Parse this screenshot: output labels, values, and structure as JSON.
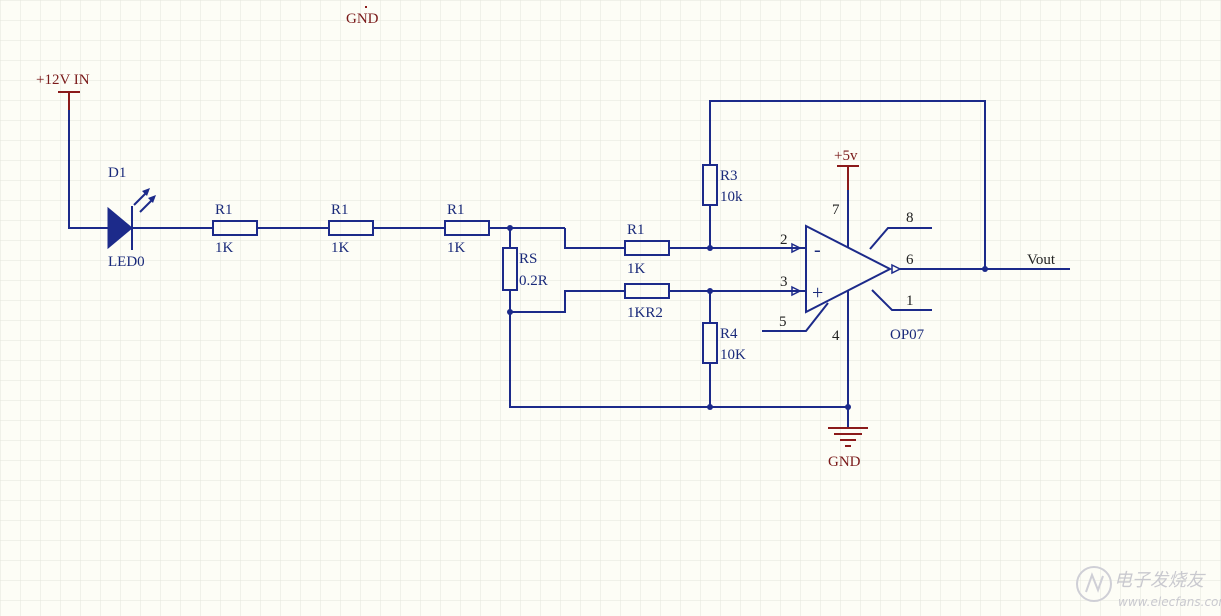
{
  "power": {
    "gnd_top": "GND",
    "vin": "+12V IN",
    "vcc": "+5v",
    "gnd_bottom": "GND"
  },
  "components": {
    "d1": {
      "ref": "D1",
      "value": "LED0"
    },
    "r1a": {
      "ref": "R1",
      "value": "1K"
    },
    "r1b": {
      "ref": "R1",
      "value": "1K"
    },
    "r1c": {
      "ref": "R1",
      "value": "1K"
    },
    "rs": {
      "ref": "RS",
      "value": "0.2R"
    },
    "r1d": {
      "ref": "R1",
      "value": "1K"
    },
    "r2": {
      "value": "1KR2"
    },
    "r3": {
      "ref": "R3",
      "value": "10k"
    },
    "r4": {
      "ref": "R4",
      "value": "10K"
    },
    "opamp": {
      "ref": "OP07",
      "pin2": "2",
      "pin3": "3",
      "pin4": "4",
      "pin5": "5",
      "pin6": "6",
      "pin7": "7",
      "pin8": "8",
      "pin1": "1",
      "minus": "-",
      "plus": "+"
    }
  },
  "nets": {
    "vout": "Vout"
  },
  "watermark": {
    "text": "电子发烧友",
    "url": "www.elecfans.com"
  },
  "colors": {
    "wire": "#1c2a8a",
    "power": "#8b1a1a",
    "grid": "#e3e5dc",
    "background": "#fdfdf6"
  }
}
